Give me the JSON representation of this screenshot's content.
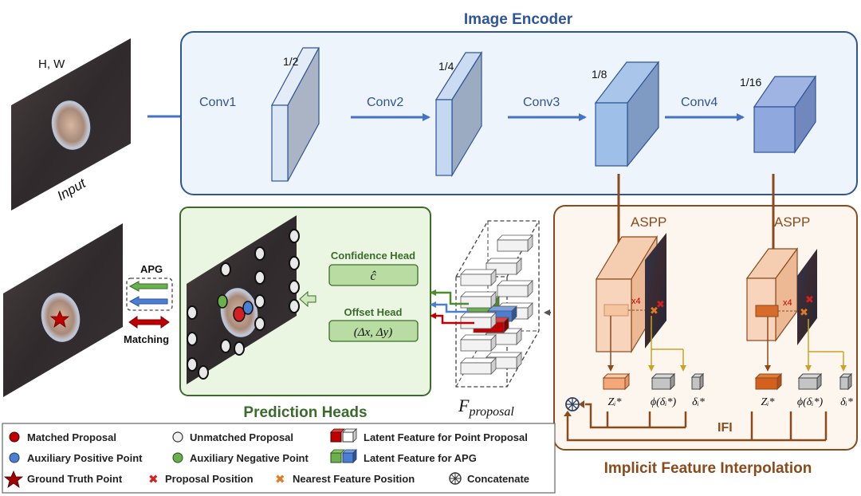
{
  "colors": {
    "encoder_border": "#2f5597",
    "encoder_fill": "#eef4fc",
    "encoder_arrow": "#4472c4",
    "pred_border": "#3b6b2a",
    "pred_fill": "#eaf6e2",
    "ifi_border": "#8a4a1c",
    "ifi_fill": "#fdf6ef",
    "matched": "#c00000",
    "aux_positive": "#4a7fd4",
    "aux_negative": "#6ab04c",
    "proposal_x": "#d42020",
    "nearest_x": "#e07b24"
  },
  "input": {
    "size_label": "H, W",
    "caption": "Input"
  },
  "encoder": {
    "title": "Image Encoder",
    "convs": [
      "Conv1",
      "Conv2",
      "Conv3",
      "Conv4"
    ],
    "scales": [
      "1/2",
      "1/4",
      "1/8",
      "1/16"
    ]
  },
  "matching": {
    "apg_label": "APG",
    "matching_label": "Matching"
  },
  "prediction_heads": {
    "title": "Prediction Heads",
    "confidence_label": "Confidence Head",
    "confidence_symbol": "ĉ",
    "offset_label": "Offset Head",
    "offset_symbol": "(Δx, Δy)"
  },
  "proposal": {
    "label_main": "F",
    "label_sub": "proposal"
  },
  "ifi": {
    "title": "Implicit Feature Interpolation",
    "short": "IFI",
    "aspp_label": "ASPP",
    "upsample_label": "x4",
    "z_label": "Zᵢ*",
    "phi_label": "ϕ(δᵢ*)",
    "delta_label": "δᵢ*"
  },
  "legend": {
    "items": [
      {
        "icon": "red-dot-icon",
        "label": "Matched Proposal"
      },
      {
        "icon": "white-dot-icon",
        "label": "Unmatched Proposal"
      },
      {
        "icon": "red-white-cube-icon",
        "label": "Latent Feature for Point Proposal"
      },
      {
        "icon": "blue-dot-icon",
        "label": "Auxiliary Positive Point"
      },
      {
        "icon": "green-dot-icon",
        "label": "Auxiliary Negative Point"
      },
      {
        "icon": "green-blue-cube-icon",
        "label": "Latent Feature for APG"
      },
      {
        "icon": "star-icon",
        "label": "Ground Truth Point"
      },
      {
        "icon": "red-cross-icon",
        "label": "Proposal Position"
      },
      {
        "icon": "orange-cross-icon",
        "label": "Nearest Feature Position"
      },
      {
        "icon": "concatenate-icon",
        "label": "Concatenate"
      }
    ]
  }
}
